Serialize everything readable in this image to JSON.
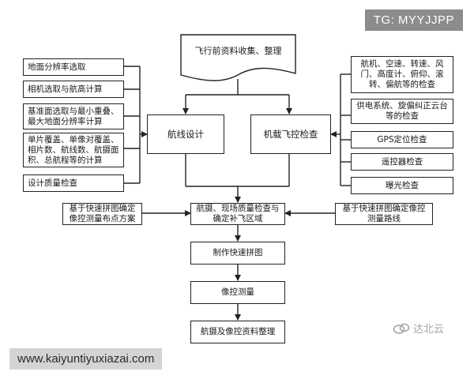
{
  "top_document": "飞行前资料收集、整理",
  "left_column": [
    "地面分辨率选取",
    "相机选取与航高计算",
    "基准面选取与最小重叠、最大地面分辨率计算",
    "单片覆盖、单像对覆盖、相片数、航线数、航摄面积、总航程等的计算",
    "设计质量检查"
  ],
  "route_design": "航线设计",
  "flight_control_check": "机载飞控检查",
  "right_column": [
    "航机、空速、转速、风门、高度计、俯仰、滚转、偏航等的检查",
    "供电系统、旋偏纠正云台等的检查",
    "GPS定位检查",
    "遥控器检查",
    "曝光检查"
  ],
  "center_quality": "航摄、现场质量检查与确定补飞区域",
  "left_mid": "基于快速拼图确定像控测量布点方案",
  "right_mid": "基于快速拼图确定像控测量路线",
  "step_mosaic": "制作快速拼图",
  "step_gcp": "像控测量",
  "step_final": "航摄及像控资料整理",
  "watermarks": {
    "tg": "TG: MYYJJPP",
    "url": "www.kaiyuntiyuxiazai.com",
    "logo": "达北云",
    "logo_icon": "logo-icon"
  },
  "colors": {
    "line": "#222222",
    "box_border": "#222222"
  }
}
